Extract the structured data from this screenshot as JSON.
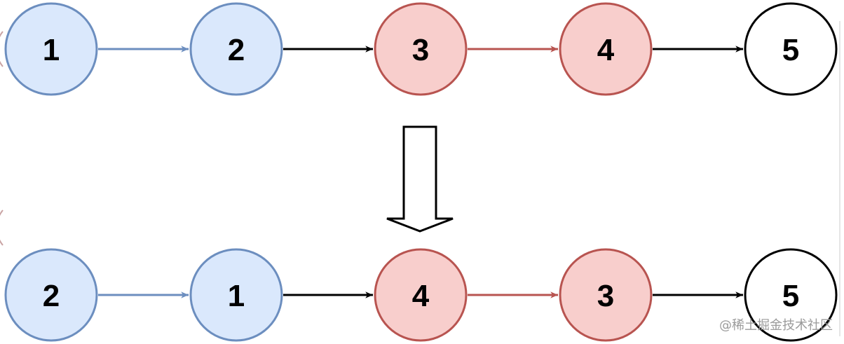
{
  "diagram": {
    "colors": {
      "blue_fill": "#dae8fc",
      "blue_stroke": "#6c8ebf",
      "red_fill": "#f8cecc",
      "red_stroke": "#b85450",
      "plain_fill": "#ffffff",
      "plain_stroke": "#000000",
      "edge_black": "#000000"
    },
    "top_row": {
      "nodes": [
        {
          "label": "1",
          "style": "blue"
        },
        {
          "label": "2",
          "style": "blue"
        },
        {
          "label": "3",
          "style": "red"
        },
        {
          "label": "4",
          "style": "red"
        },
        {
          "label": "5",
          "style": "plain"
        }
      ],
      "edges": [
        {
          "from": "1",
          "to": "2",
          "color": "blue"
        },
        {
          "from": "2",
          "to": "3",
          "color": "black"
        },
        {
          "from": "3",
          "to": "4",
          "color": "red"
        },
        {
          "from": "4",
          "to": "5",
          "color": "black"
        }
      ]
    },
    "bottom_row": {
      "nodes": [
        {
          "label": "2",
          "style": "blue"
        },
        {
          "label": "1",
          "style": "blue"
        },
        {
          "label": "4",
          "style": "red"
        },
        {
          "label": "3",
          "style": "red"
        },
        {
          "label": "5",
          "style": "plain"
        }
      ],
      "edges": [
        {
          "from": "2",
          "to": "1",
          "color": "blue"
        },
        {
          "from": "1",
          "to": "4",
          "color": "black"
        },
        {
          "from": "4",
          "to": "3",
          "color": "red"
        },
        {
          "from": "3",
          "to": "5",
          "color": "black"
        }
      ]
    },
    "transform_arrow_icon": "hollow-down-arrow",
    "watermark": "@稀土掘金技术社区"
  }
}
